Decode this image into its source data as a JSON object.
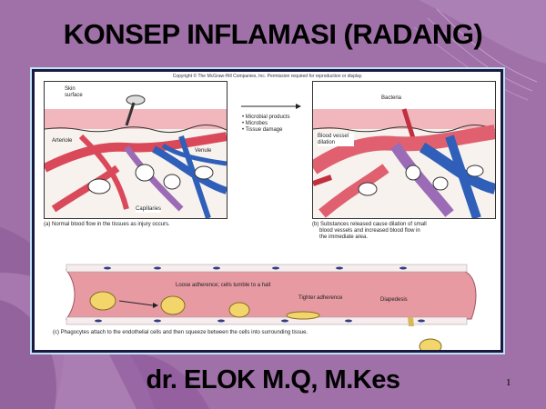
{
  "slide": {
    "title": "KONSEP INFLAMASI (RADANG)",
    "author": "dr. ELOK M.Q, M.Kes",
    "page_number": "1",
    "colors": {
      "background": "#a070a8",
      "frame_outer": "#bfe3f5",
      "frame_inner": "#1a1a40",
      "artery": "#d9495a",
      "vein": "#2f5fb8",
      "vessel_wall": "#e79aa2",
      "phagocyte": "#f2d66b"
    }
  },
  "figure": {
    "copyright": "Copyright © The McGraw-Hill Companies, Inc. Permission required for reproduction or display.",
    "panel_a": {
      "labels": {
        "skin_surface": "Skin surface",
        "arteriole": "Arteriole",
        "venule": "Venule",
        "capillaries": "Capillaries"
      },
      "caption": "(a) Normal blood flow in the tissues as injury occurs."
    },
    "arrow_causes": [
      "• Microbial products",
      "• Microbes",
      "• Tissue damage"
    ],
    "panel_b": {
      "labels": {
        "bacteria": "Bacteria",
        "dilation": "Blood vessel dilation"
      },
      "caption_lines": [
        "(b) Substances released cause dilation of small",
        "blood vessels and increased blood flow in",
        "the immediate area."
      ]
    },
    "panel_c": {
      "labels": {
        "loose": "Loose adherence; cells tumble to a halt",
        "tighter": "Tighter adherence",
        "diapedesis": "Diapedesis"
      },
      "caption": "(c) Phagocytes attach to the endothelial cells and then squeeze between the cells into surrounding tissue."
    }
  }
}
